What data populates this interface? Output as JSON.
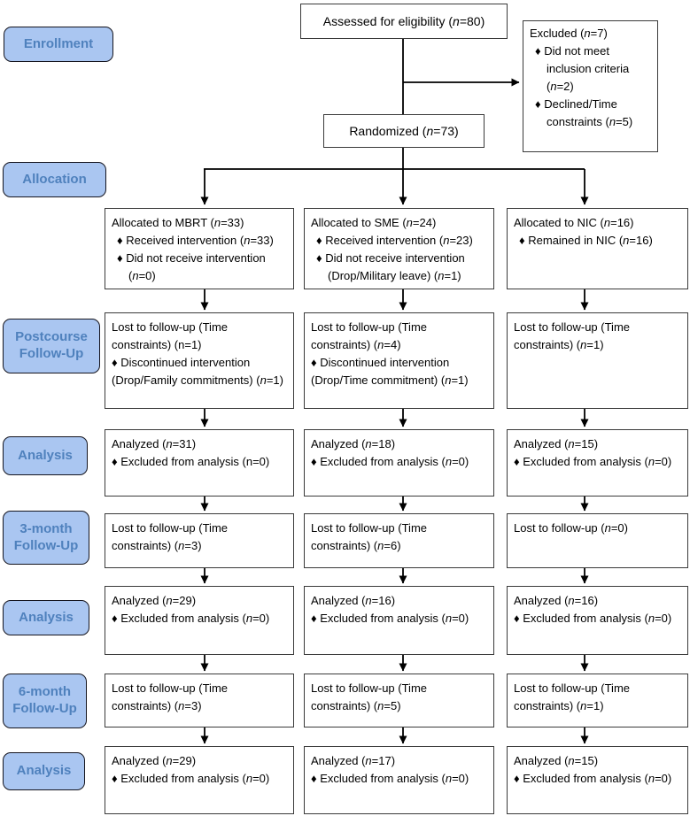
{
  "figure_title": "CONSORT participant flow diagram",
  "colors": {
    "stage_fill": "#aac6f1",
    "stage_text": "#4f81bd",
    "stage_border": "#15151f",
    "box_border": "#3a3a3a",
    "connector": "#000000"
  },
  "stages": [
    {
      "label": "Enrollment"
    },
    {
      "label": "Allocation"
    },
    {
      "label": "Postcourse\nFollow-Up"
    },
    {
      "label": "Analysis"
    },
    {
      "label": "3-month\nFollow-Up"
    },
    {
      "label": "Analysis"
    },
    {
      "label": "6-month\nFollow-Up"
    },
    {
      "label": "Analysis"
    }
  ],
  "top": {
    "assessed": "Assessed for eligibility (*n*=80)",
    "randomized": "Randomized (*n*=73)",
    "excluded": {
      "title": "Excluded (*n*=7)",
      "bullets": [
        "♦ Did not meet inclusion criteria (*n*=2)",
        "♦ Declined/Time constraints (*n*=5)"
      ]
    }
  },
  "columns": [
    {
      "name": "MBRT",
      "allocation": {
        "title": "Allocated to MBRT (*n*=33)",
        "bullets": [
          "♦ Received intervention (*n*=33)",
          "♦ Did not receive intervention (*n*=0)"
        ]
      },
      "postcourse_followup": {
        "lines": [
          "Lost to follow-up (Time constraints) (n=1)",
          "♦ Discontinued intervention (Drop/Family commitments) (*n*=1)"
        ]
      },
      "postcourse_analysis": {
        "lines": [
          "Analyzed (*n*=31)",
          "♦ Excluded from analysis (n=0)"
        ]
      },
      "three_month_followup": {
        "lines": [
          "Lost to follow-up (Time constraints) (*n*=3)"
        ]
      },
      "three_month_analysis": {
        "lines": [
          "Analyzed (*n*=29)",
          "♦ Excluded from analysis (*n*=0)"
        ]
      },
      "six_month_followup": {
        "lines": [
          "Lost to follow-up (Time constraints) (*n*=3)"
        ]
      },
      "six_month_analysis": {
        "lines": [
          "Analyzed (*n*=29)",
          "♦ Excluded from analysis (*n*=0)"
        ]
      }
    },
    {
      "name": "SME",
      "allocation": {
        "title": "Allocated to SME (*n*=24)",
        "bullets": [
          "♦ Received intervention (*n*=23)",
          "♦ Did not receive intervention (Drop/Military leave) (*n*=1)"
        ]
      },
      "postcourse_followup": {
        "lines": [
          "Lost to follow-up (Time constraints) (*n*=4)",
          "♦ Discontinued intervention (Drop/Time commitment) (*n*=1)"
        ]
      },
      "postcourse_analysis": {
        "lines": [
          "Analyzed (*n*=18)",
          "♦ Excluded from analysis (*n*=0)"
        ]
      },
      "three_month_followup": {
        "lines": [
          "Lost to follow-up (Time constraints) (*n*=6)"
        ]
      },
      "three_month_analysis": {
        "lines": [
          "Analyzed (*n*=16)",
          "♦ Excluded from analysis (*n*=0)"
        ]
      },
      "six_month_followup": {
        "lines": [
          "Lost to follow-up (Time constraints) (*n*=5)"
        ]
      },
      "six_month_analysis": {
        "lines": [
          "Analyzed (*n*=17)",
          "♦ Excluded from analysis (*n*=0)"
        ]
      }
    },
    {
      "name": "NIC",
      "allocation": {
        "title": "Allocated to NIC (*n*=16)",
        "bullets": [
          "♦ Remained in NIC (*n*=16)"
        ]
      },
      "postcourse_followup": {
        "lines": [
          "Lost to follow-up (Time constraints) (*n*=1)"
        ]
      },
      "postcourse_analysis": {
        "lines": [
          "Analyzed (*n*=15)",
          "♦ Excluded from analysis (*n*=0)"
        ]
      },
      "three_month_followup": {
        "lines": [
          "Lost to follow-up (*n*=0)"
        ]
      },
      "three_month_analysis": {
        "lines": [
          "Analyzed (*n*=16)",
          "♦ Excluded from analysis (*n*=0)"
        ]
      },
      "six_month_followup": {
        "lines": [
          "Lost to follow-up (Time constraints) (*n*=1)"
        ]
      },
      "six_month_analysis": {
        "lines": [
          "Analyzed (*n*=15)",
          "♦ Excluded from analysis (*n*=0)"
        ]
      }
    }
  ]
}
